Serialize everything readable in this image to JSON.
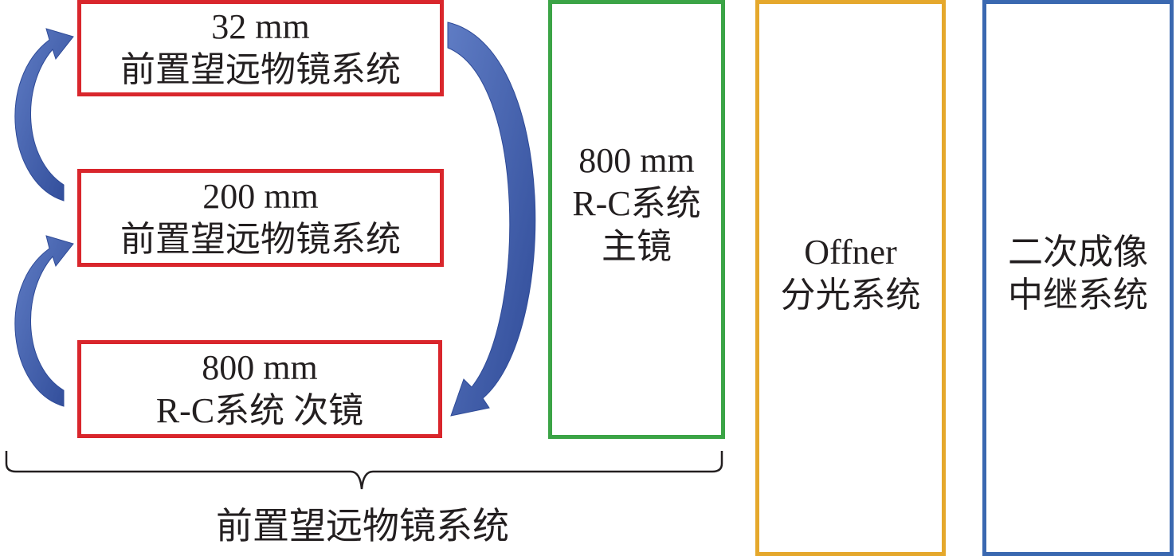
{
  "boxes": {
    "front32": {
      "line1": "32 mm",
      "line2": "前置望远物镜系统"
    },
    "front200": {
      "line1": "200 mm",
      "line2": "前置望远物镜系统"
    },
    "rc_secondary": {
      "line1": "800 mm",
      "line2": "R-C系统 次镜"
    },
    "rc_primary": {
      "line1": "800 mm",
      "line2": "R-C系统",
      "line3": "主镜"
    },
    "offner": {
      "line1": "Offner",
      "line2": "分光系统"
    },
    "relay": {
      "line1": "二次成像",
      "line2": "中继系统"
    }
  },
  "brace_label": "前置望远物镜系统",
  "colors": {
    "red": "#d9262c",
    "green": "#3ba446",
    "orange": "#e5a82c",
    "blue": "#3a68b0",
    "arrow": "#3b55a4"
  }
}
